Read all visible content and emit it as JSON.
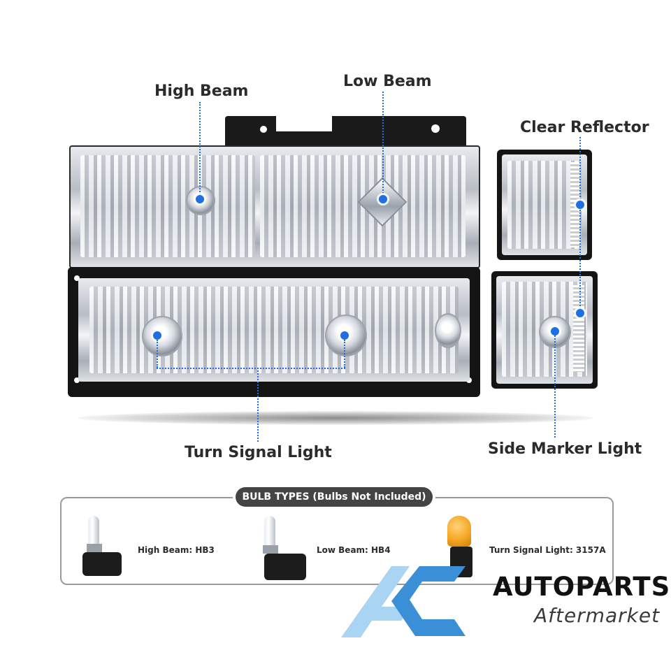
{
  "callouts": {
    "high_beam": "High Beam",
    "low_beam": "Low Beam",
    "clear_reflector": "Clear Reflector",
    "turn_signal": "Turn Signal Light",
    "side_marker": "Side Marker Light"
  },
  "bulb_box": {
    "title": "BULB TYPES (Bulbs Not Included)",
    "items": [
      {
        "label": "High Beam: HB3",
        "icon": "hb3-bulb-icon"
      },
      {
        "label": "Low Beam: HB4",
        "icon": "hb4-bulb-icon"
      },
      {
        "label": "Turn Signal Light: 3157A",
        "icon": "3157a-bulb-icon"
      }
    ]
  },
  "brand": {
    "name": "AUTOPARTS",
    "tagline": "Aftermarket"
  },
  "colors": {
    "callout_dot": "#1f6fe0",
    "logo_light_blue": "#a9d4f2",
    "logo_blue": "#3b8fd6",
    "amber_bulb": "#f5a623"
  }
}
